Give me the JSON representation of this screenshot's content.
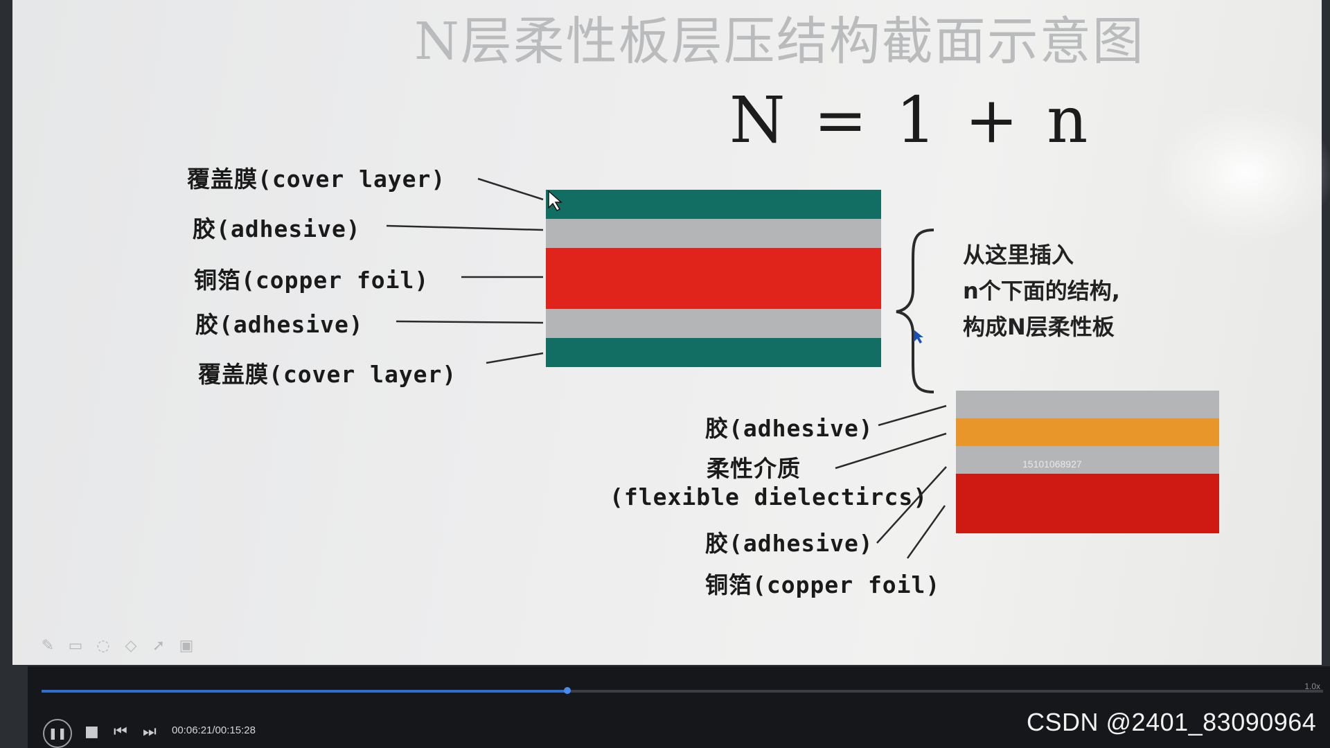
{
  "slide": {
    "title": "N层柔性板层压结构截面示意图",
    "formula": "N = 1 + n",
    "top_labels": [
      "覆盖膜(cover layer)",
      "胶(adhesive)",
      "铜箔(copper foil)",
      "胶(adhesive)",
      "覆盖膜(cover layer)"
    ],
    "note_lines": [
      "从这里插入",
      "n个下面的结构,",
      "构成N层柔性板"
    ],
    "bottom_labels": [
      "胶(adhesive)",
      "柔性介质",
      "(flexible dielectircs)",
      "胶(adhesive)",
      "铜箔(copper foil)"
    ],
    "watermark": "15101068927"
  },
  "colors": {
    "cover_layer": "#126e62",
    "adhesive": "#b4b5b6",
    "copper_foil": "#e0241c",
    "flexible_dielectric": "#e8962a"
  },
  "toolbar": {
    "icons": [
      "pen-icon",
      "eraser-icon",
      "lasso-icon",
      "highlighter-icon",
      "pointer-icon",
      "camera-icon"
    ]
  },
  "player": {
    "time": "00:06:21/00:15:28",
    "progress": 0.41,
    "speed": "1.0x"
  },
  "credit": "CSDN @2401_83090964"
}
